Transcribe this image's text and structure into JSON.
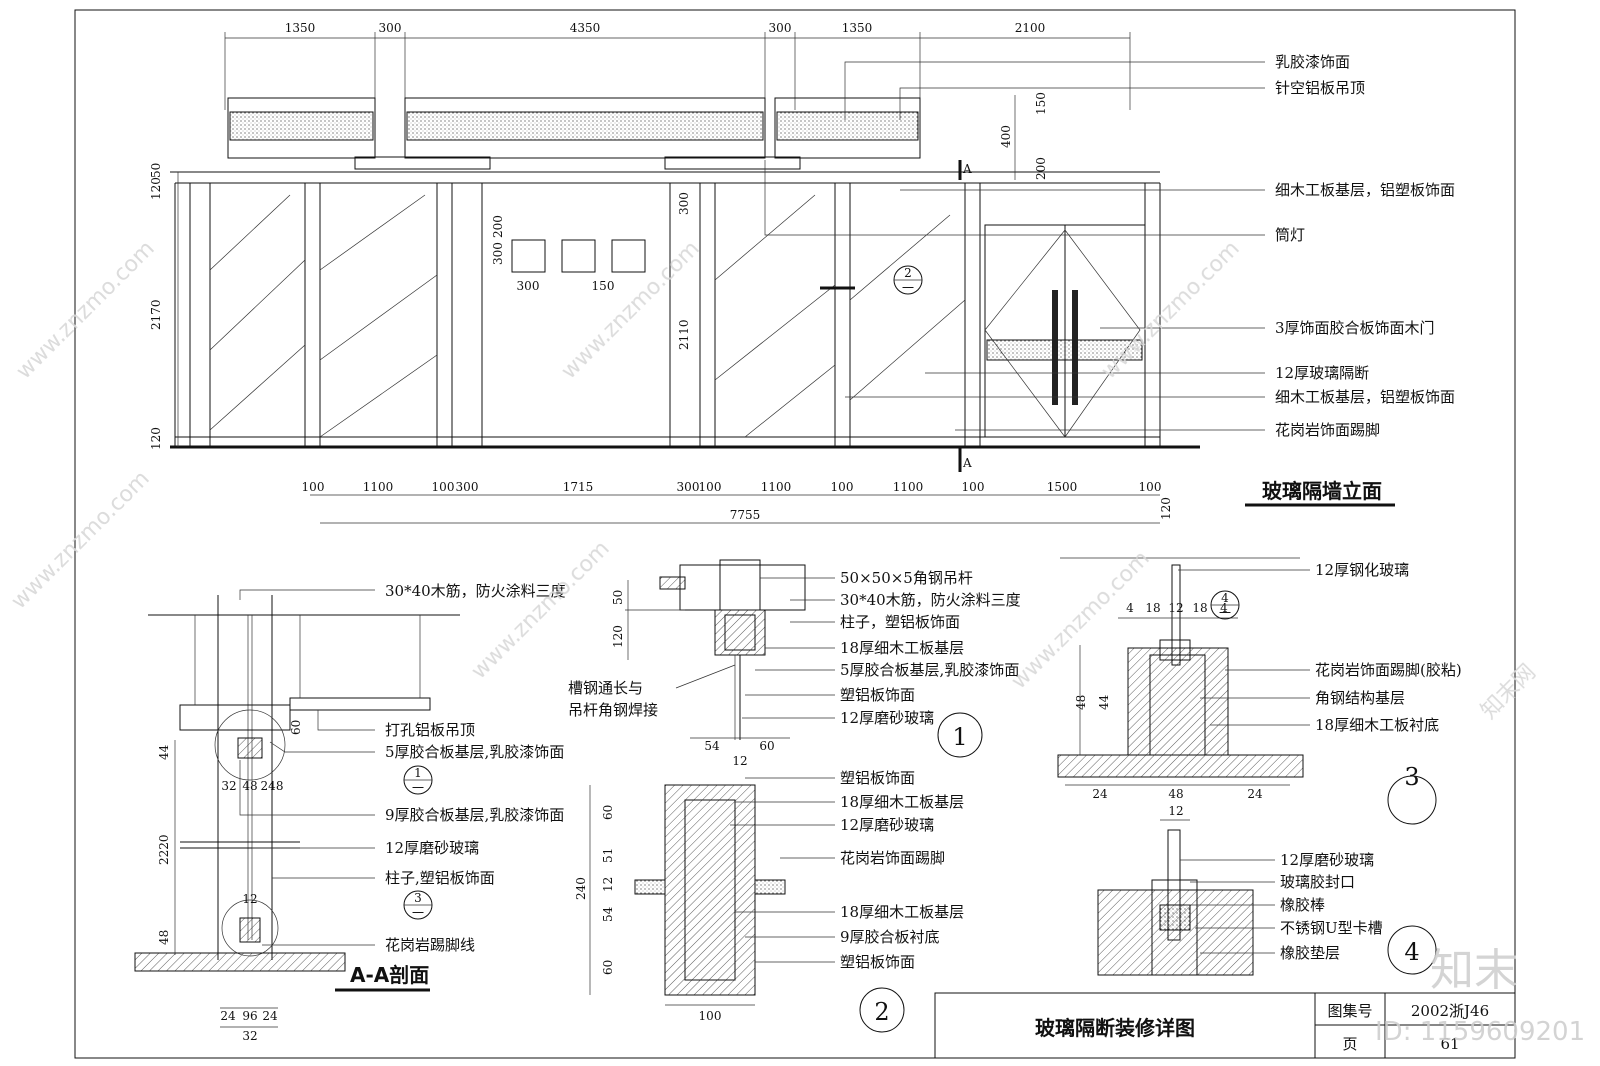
{
  "elevation": {
    "title": "玻璃隔墙立面",
    "top_dims": [
      "1350",
      "300",
      "4350",
      "300",
      "1350",
      "2100"
    ],
    "left_dims": [
      "120",
      "50",
      "2170",
      "120"
    ],
    "right_dims": [
      "150",
      "400",
      "200"
    ],
    "inner_dims": {
      "d300a": "300",
      "d200": "200",
      "d300b": "300",
      "d150": "150",
      "d300c": "300",
      "d2110": "2110"
    },
    "bottom_dims": [
      "100",
      "1100",
      "100",
      "300",
      "1715",
      "300",
      "100",
      "1100",
      "100",
      "1100",
      "100",
      "1500",
      "100"
    ],
    "total": "7755",
    "right_small": "120",
    "section_mark": "A",
    "callout": {
      "num": "2",
      "sheet": "一"
    },
    "labels": [
      "乳胶漆饰面",
      "针空铝板吊顶",
      "细木工板基层，铝塑板饰面",
      "筒灯",
      "3厚饰面胶合板饰面木门",
      "12厚玻璃隔断",
      "细木工板基层，铝塑板饰面",
      "花岗岩饰面踢脚"
    ]
  },
  "section_aa": {
    "title": "A-A剖面",
    "labels": [
      "30*40木筋，防火涂料三度",
      "打孔铝板吊顶",
      "5厚胶合板基层,乳胶漆饰面",
      "9厚胶合板基层,乳胶漆饰面",
      "12厚磨砂玻璃",
      "柱子,塑铝板饰面",
      "花岗岩踢脚线"
    ],
    "dims": {
      "d60": "60",
      "d44": "44",
      "d2220": "2220",
      "d48": "48",
      "d32": "32",
      "d48b": "48",
      "d248": "248",
      "d12": "12",
      "b24": "24",
      "b96": "96",
      "b24b": "24",
      "b32": "32"
    },
    "callouts": [
      {
        "num": "1",
        "sheet": "一"
      },
      {
        "num": "3",
        "sheet": "一"
      }
    ]
  },
  "detail1": {
    "num": "1",
    "labels": [
      "50×50×5角钢吊杆",
      "30*40木筋，防火涂料三度",
      "柱子，塑铝板饰面",
      "18厚细木工板基层",
      "5厚胶合板基层,乳胶漆饰面",
      "塑铝板饰面",
      "12厚磨砂玻璃"
    ],
    "left_note": [
      "槽钢通长与",
      "吊杆角钢焊接"
    ],
    "dims": {
      "d50": "50",
      "d120": "120",
      "d54": "54",
      "d60": "60",
      "d12": "12"
    }
  },
  "detail2": {
    "num": "2",
    "labels": [
      "塑铝板饰面",
      "18厚细木工板基层",
      "12厚磨砂玻璃",
      "花岗岩饰面踢脚",
      "18厚细木工板基层",
      "9厚胶合板衬底",
      "塑铝板饰面"
    ],
    "dims": {
      "d60": "60",
      "d51": "51",
      "d12": "12",
      "d54": "54",
      "d60b": "60",
      "d240": "240",
      "d100": "100"
    }
  },
  "detail3": {
    "num": "3",
    "labels": [
      "12厚钢化玻璃",
      "花岗岩饰面踢脚(胶粘)",
      "角钢结构基层",
      "18厚细木工板衬底"
    ],
    "callout": {
      "num": "4",
      "sheet": "一"
    },
    "dims": {
      "t4": "4",
      "t18": "18",
      "t12": "12",
      "t18b": "18",
      "t4b": "4",
      "d48": "48",
      "d44": "44",
      "b24": "24",
      "b48": "48",
      "b24b": "24"
    }
  },
  "detail4": {
    "num": "4",
    "labels": [
      "12厚磨砂玻璃",
      "玻璃胶封口",
      "橡胶棒",
      "不锈钢U型卡槽",
      "橡胶垫层"
    ],
    "dims": {
      "d12": "12"
    }
  },
  "title_block": {
    "drawing_title": "玻璃隔断装修详图",
    "atlas_label": "图集号",
    "atlas_value": "2002浙J46",
    "page_label": "页",
    "page_value": "61"
  },
  "watermark": {
    "brand": "知末",
    "id": "ID: 1159609201",
    "site": "www.znzmo.com",
    "site_cn": "知末网"
  }
}
